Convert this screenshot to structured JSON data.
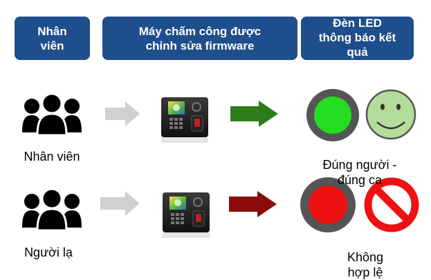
{
  "headers": {
    "employee_line1": "Nhân",
    "employee_line2": "viên",
    "device_line1": "Máy chấm công được",
    "device_line2": "chỉnh sửa firmware",
    "led_line1": "Đèn LED",
    "led_line2": "thông báo kết",
    "led_line3": "quả"
  },
  "rows": {
    "valid": {
      "person_label": "Nhân viên",
      "result_line1": "Đúng người -",
      "result_line2": "đúng ca",
      "led_color": "#22dd22",
      "result_icon": "smiley-icon"
    },
    "invalid": {
      "person_label": "Người lạ",
      "result_line1": "Không",
      "result_line2": "hợp lệ",
      "led_color": "#ee1111",
      "result_icon": "no-entry-icon"
    }
  },
  "colors": {
    "header_bg": "#1f4e8c",
    "gray_arrow": "#d0d0d0",
    "green_arrow": "#2e7d1a",
    "red_arrow": "#8b0b0b",
    "led_ring": "#555555",
    "smiley_face": "#b2dd9a",
    "no_entry": "#ee1111"
  }
}
